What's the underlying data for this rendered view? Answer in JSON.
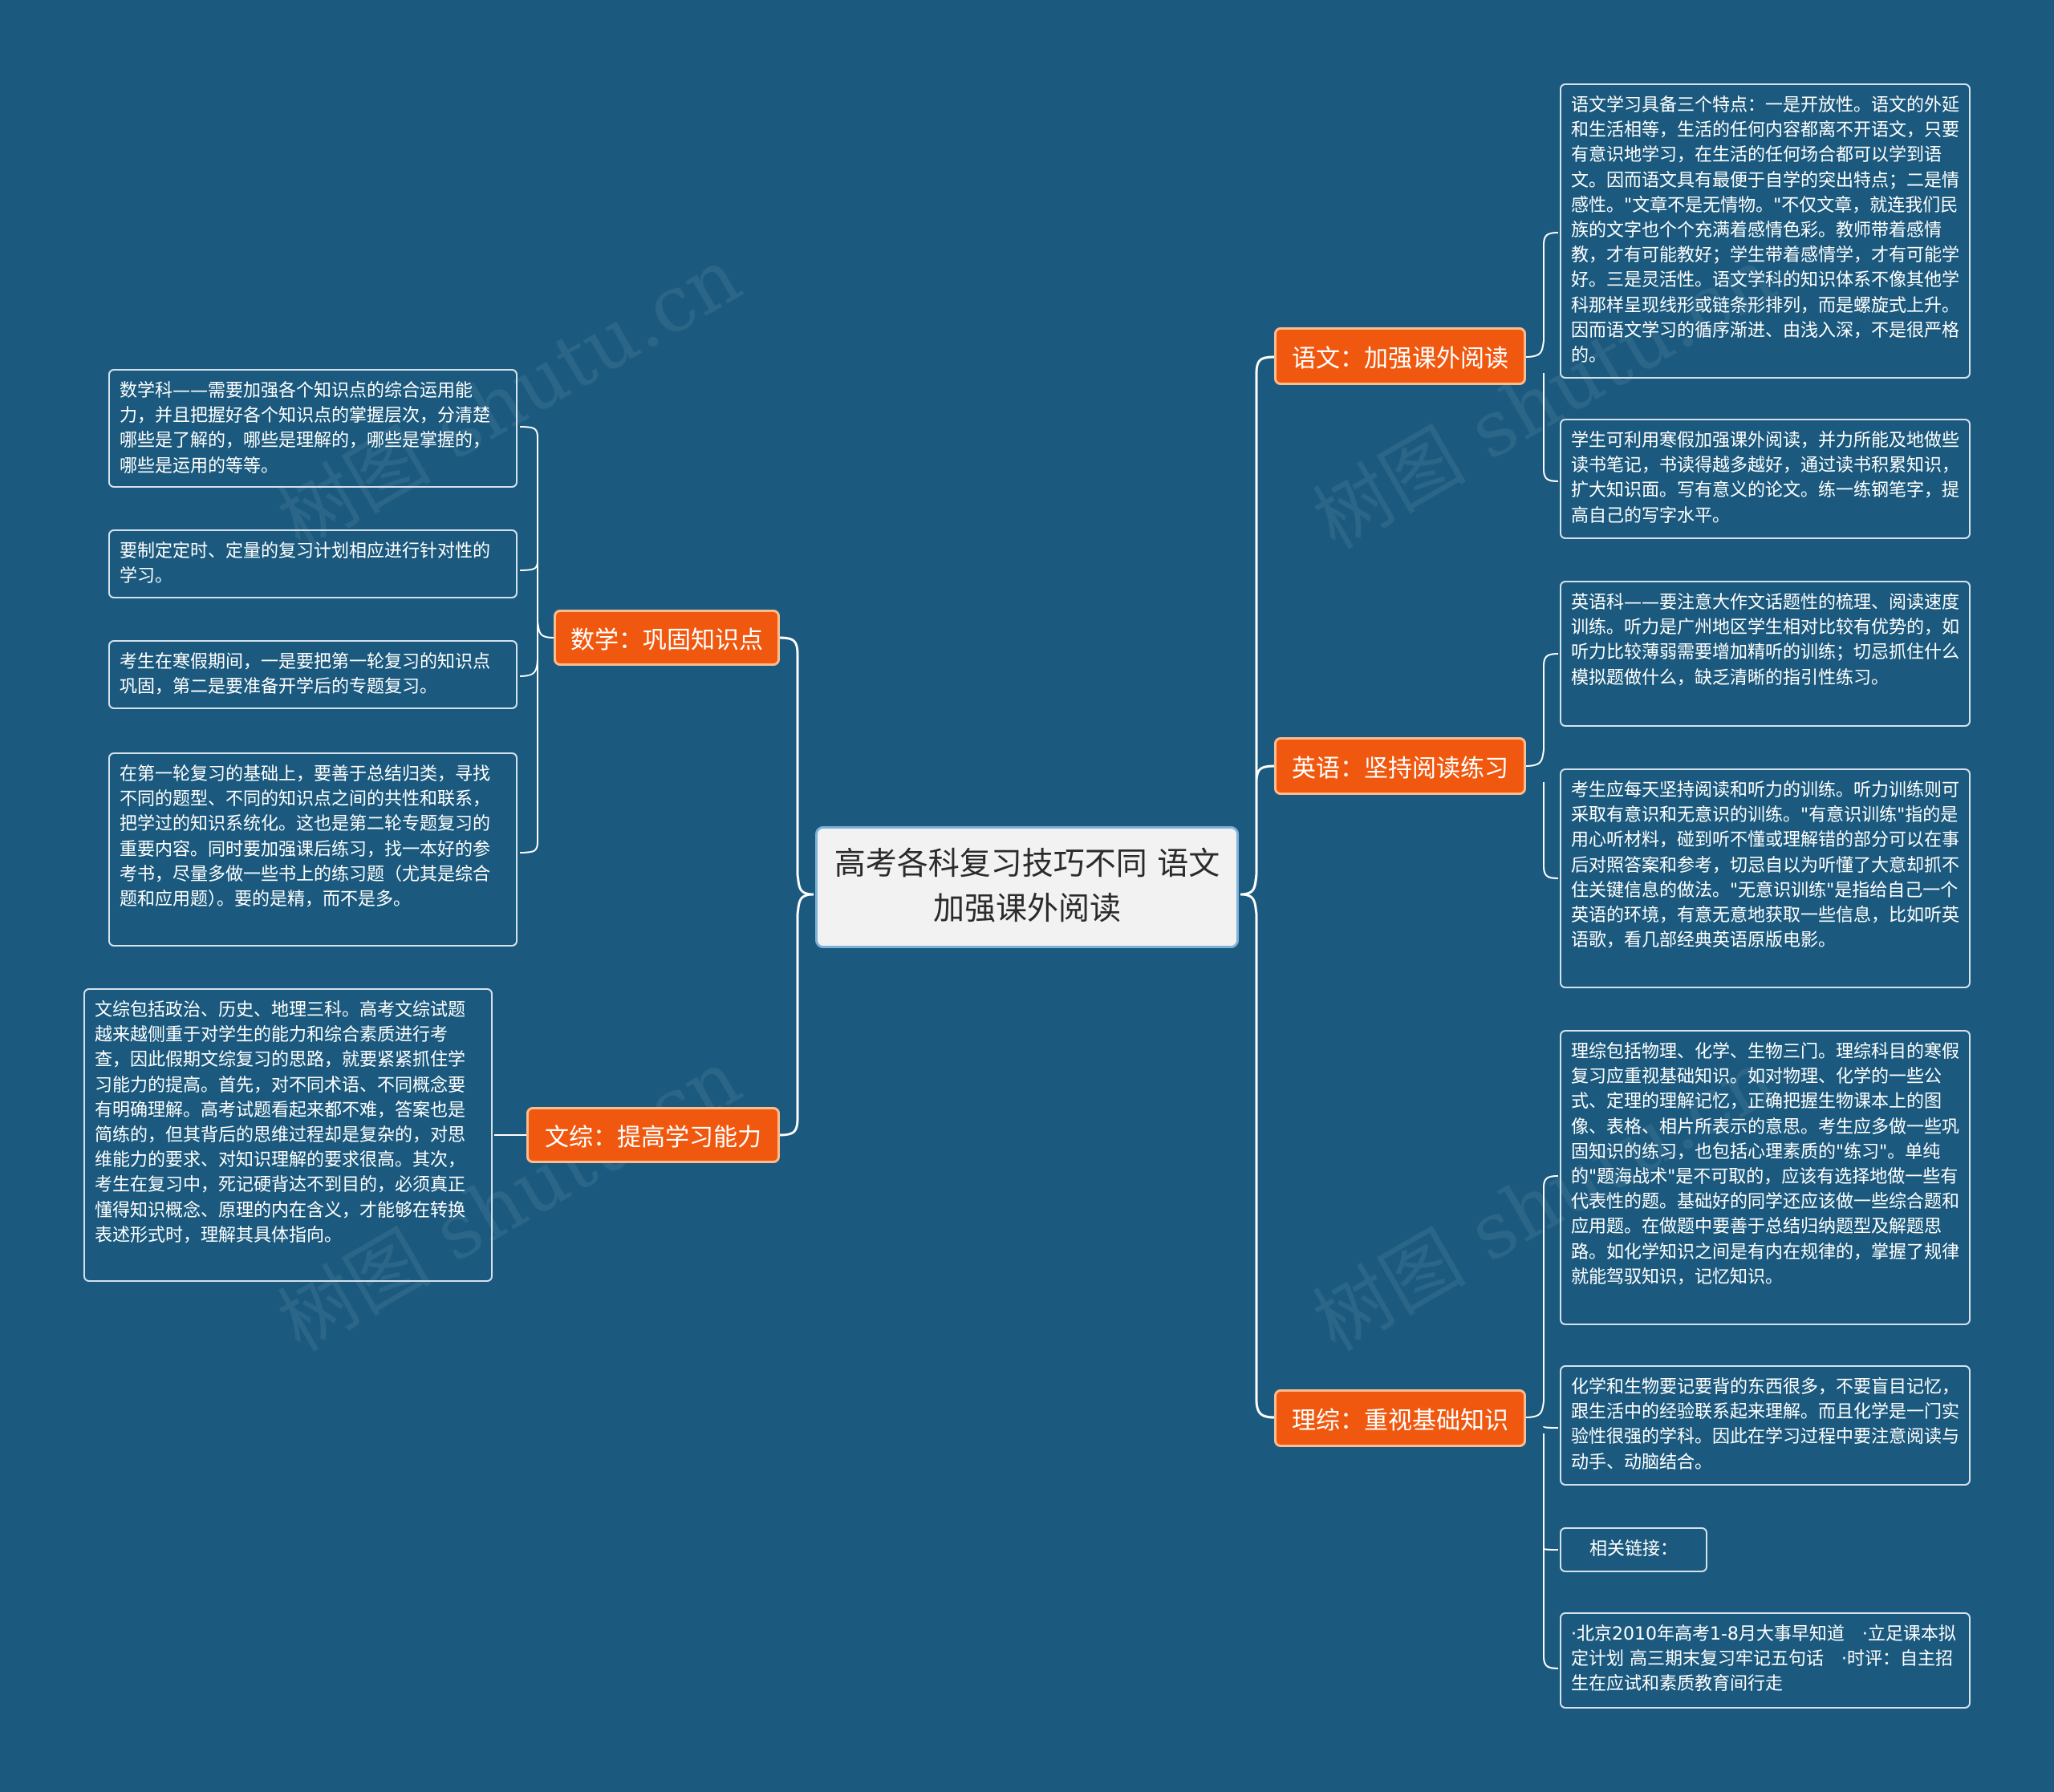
{
  "root": {
    "title": "高考各科复习技巧不同 语文加强课外阅读"
  },
  "branches": {
    "math": "数学：巩固知识点",
    "wenzong": "文综：提高学习能力",
    "chinese": "语文：加强课外阅读",
    "english": "英语：坚持阅读练习",
    "lizong": "理综：重视基础知识"
  },
  "leaves": {
    "math_1": "数学科——需要加强各个知识点的综合运用能力，并且把握好各个知识点的掌握层次，分清楚哪些是了解的，哪些是理解的，哪些是掌握的，哪些是运用的等等。",
    "math_2": "要制定定时、定量的复习计划相应进行针对性的学习。",
    "math_3": "考生在寒假期间，一是要把第一轮复习的知识点巩固，第二是要准备开学后的专题复习。",
    "math_4": "在第一轮复习的基础上，要善于总结归类，寻找不同的题型、不同的知识点之间的共性和联系，把学过的知识系统化。这也是第二轮专题复习的重要内容。同时要加强课后练习，找一本好的参考书，尽量多做一些书上的练习题（尤其是综合题和应用题）。要的是精，而不是多。",
    "wenzong_1": "文综包括政治、历史、地理三科。高考文综试题越来越侧重于对学生的能力和综合素质进行考查，因此假期文综复习的思路，就要紧紧抓住学习能力的提高。首先，对不同术语、不同概念要有明确理解。高考试题看起来都不难，答案也是简练的，但其背后的思维过程却是复杂的，对思维能力的要求、对知识理解的要求很高。其次，考生在复习中，死记硬背达不到目的，必须真正懂得知识概念、原理的内在含义，才能够在转换表述形式时，理解其具体指向。",
    "chinese_1": "语文学习具备三个特点：一是开放性。语文的外延和生活相等，生活的任何内容都离不开语文，只要有意识地学习，在生活的任何场合都可以学到语文。因而语文具有最便于自学的突出特点；二是情感性。\"文章不是无情物。\"不仅文章，就连我们民族的文字也个个充满着感情色彩。教师带着感情教，才有可能教好；学生带着感情学，才有可能学好。三是灵活性。语文学科的知识体系不像其他学科那样呈现线形或链条形排列，而是螺旋式上升。因而语文学习的循序渐进、由浅入深，不是很严格的。",
    "chinese_2": "学生可利用寒假加强课外阅读，并力所能及地做些读书笔记，书读得越多越好，通过读书积累知识，扩大知识面。写有意义的论文。练一练钢笔字，提高自己的写字水平。",
    "english_1": "英语科——要注意大作文话题性的梳理、阅读速度训练。听力是广州地区学生相对比较有优势的，如听力比较薄弱需要增加精听的训练；切忌抓住什么模拟题做什么，缺乏清晰的指引性练习。",
    "english_2": "考生应每天坚持阅读和听力的训练。听力训练则可采取有意识和无意识的训练。\"有意识训练\"指的是用心听材料，碰到听不懂或理解错的部分可以在事后对照答案和参考，切忌自以为听懂了大意却抓不住关键信息的做法。\"无意识训练\"是指给自己一个英语的环境，有意无意地获取一些信息，比如听英语歌，看几部经典英语原版电影。",
    "lizong_1": "理综包括物理、化学、生物三门。理综科目的寒假复习应重视基础知识。如对物理、化学的一些公式、定理的理解记忆，正确把握生物课本上的图像、表格、相片所表示的意思。考生应多做一些巩固知识的练习，也包括心理素质的\"练习\"。单纯的\"题海战术\"是不可取的，应该有选择地做一些有代表性的题。基础好的同学还应该做一些综合题和应用题。在做题中要善于总结归纳题型及解题思路。如化学知识之间是有内在规律的，掌握了规律就能驾驭知识，记忆知识。",
    "lizong_2": "化学和生物要记要背的东西很多，不要盲目记忆，跟生活中的经验联系起来理解。而且化学是一门实验性很强的学科。因此在学习过程中要注意阅读与动手、动脑结合。",
    "lizong_3": "相关链接：",
    "lizong_4": "·北京2010年高考1-8月大事早知道　·立足课本拟定计划 高三期末复习牢记五句话　·时评：自主招生在应试和素质教育间行走"
  },
  "watermark": "树图 shutu.cn",
  "colors": {
    "background": "#1b5a7e",
    "branch": "#f0580f",
    "root": "#f2f2f2",
    "line": "#ffffff"
  }
}
